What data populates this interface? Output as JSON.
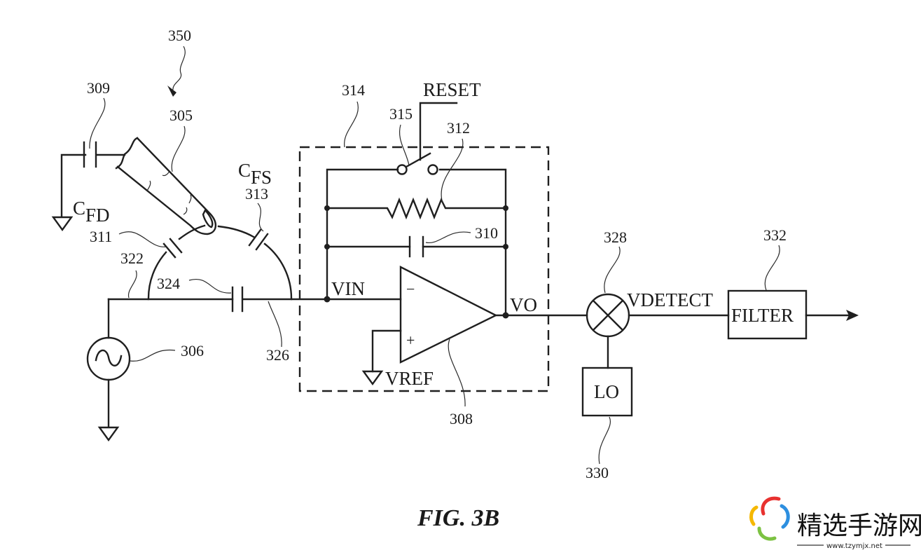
{
  "figure": {
    "caption": "FIG. 3B",
    "labels": {
      "ref_350": "350",
      "ref_309": "309",
      "ref_305": "305",
      "ref_314": "314",
      "ref_315": "315",
      "ref_312": "312",
      "ref_310": "310",
      "ref_313": "313",
      "ref_311": "311",
      "ref_322": "322",
      "ref_324": "324",
      "ref_326": "326",
      "ref_306": "306",
      "ref_308": "308",
      "ref_328": "328",
      "ref_330": "330",
      "ref_332": "332",
      "cfd_main": "C",
      "cfd_sub": "FD",
      "cfs_main": "C",
      "cfs_sub": "FS",
      "reset": "RESET",
      "vin": "VIN",
      "vo": "VO",
      "vref": "VREF",
      "vdetect": "VDETECT",
      "minus": "−",
      "plus": "+",
      "filter": "FILTER",
      "lo": "LO"
    }
  },
  "watermark": {
    "text": "精选手游网",
    "url": "www.tzymjx.net",
    "colors": [
      "#e8312f",
      "#2d8fe0",
      "#7cc242",
      "#f5b800"
    ]
  }
}
